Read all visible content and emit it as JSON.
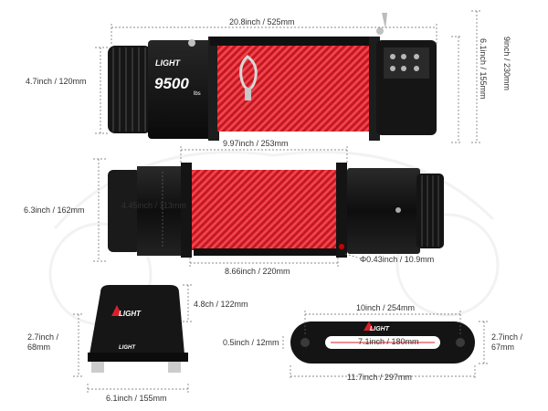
{
  "brand": {
    "name": "LIGHT",
    "capacity_number": "9500",
    "capacity_unit": "lbs"
  },
  "colors": {
    "rope_red": "#e0202a",
    "body_black": "#141414",
    "background": "#ffffff",
    "dimension_line": "#666666"
  },
  "dimensions": {
    "overall_length": "20.8inch / 525mm",
    "overall_height": "9inch / 230mm",
    "motor_height": "4.7inch / 120mm",
    "control_box_height": "6.1inch / 155mm",
    "drum_length_top": "9.97inch / 253mm",
    "side_height": "6.3inch / 162mm",
    "drum_diameter": "4.45inch / 113mm",
    "drum_width": "8.66inch / 220mm",
    "rope_diameter": "Φ0.43inch / 10.9mm",
    "control_box_top_height": "4.8ch / 122mm",
    "control_box_side": "2.7inch / 68mm",
    "control_box_width": "6.1inch / 155mm",
    "fairlead_bolt_spacing": "10inch / 254mm",
    "fairlead_thickness": "0.5inch / 12mm",
    "fairlead_opening": "7.1inch / 180mm",
    "fairlead_height": "2.7inch / 67mm",
    "fairlead_length": "11.7inch / 297mm"
  }
}
